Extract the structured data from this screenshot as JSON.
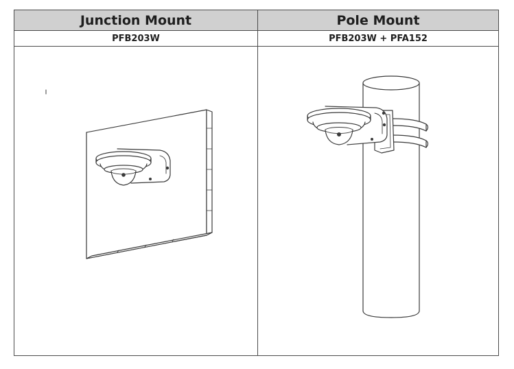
{
  "columns": [
    {
      "title": "Junction Mount",
      "model": "PFB203W",
      "drawing_icon": "wall-mounted-camera-icon"
    },
    {
      "title": "Pole Mount",
      "model": "PFB203W + PFA152",
      "drawing_icon": "pole-mounted-camera-icon"
    }
  ],
  "colors": {
    "header_background": "#d0d0d0",
    "line": "#4a4a4a",
    "text": "#1e1e1e"
  }
}
